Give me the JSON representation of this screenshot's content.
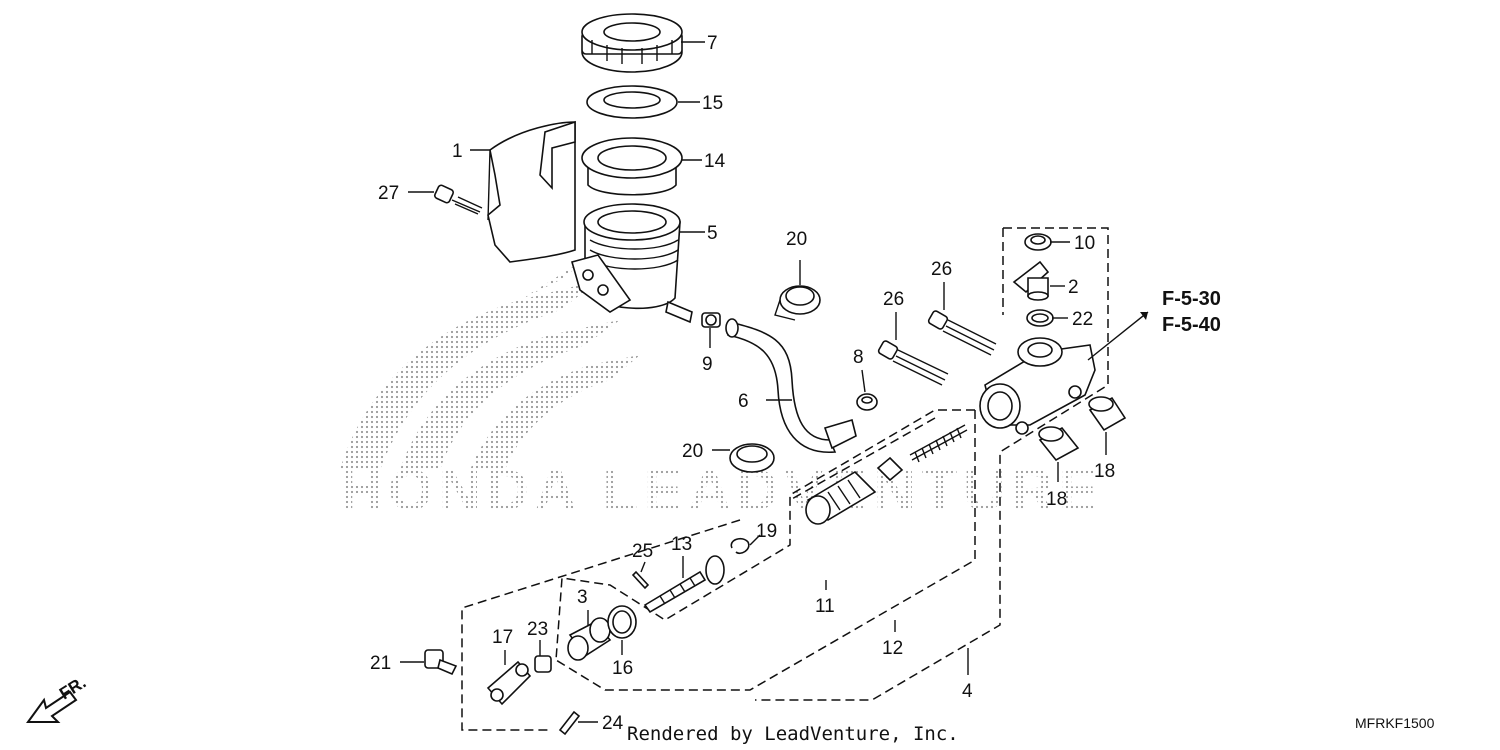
{
  "watermark": "HONDA LEADVENTURE",
  "callouts": {
    "c1": "1",
    "c2": "2",
    "c3": "3",
    "c4": "4",
    "c5": "5",
    "c6": "6",
    "c7": "7",
    "c8": "8",
    "c9": "9",
    "c10": "10",
    "c11": "11",
    "c12": "12",
    "c13": "13",
    "c14": "14",
    "c15": "15",
    "c16": "16",
    "c17": "17",
    "c18a": "18",
    "c18b": "18",
    "c19": "19",
    "c20a": "20",
    "c20b": "20",
    "c21": "21",
    "c22": "22",
    "c23": "23",
    "c24": "24",
    "c25": "25",
    "c26a": "26",
    "c26b": "26",
    "c27": "27"
  },
  "references": {
    "ref1": "F-5-30",
    "ref2": "F-5-40"
  },
  "direction_label": "FR.",
  "credit": "Rendered by LeadVenture, Inc.",
  "diagram_code": "MFRKF1500"
}
